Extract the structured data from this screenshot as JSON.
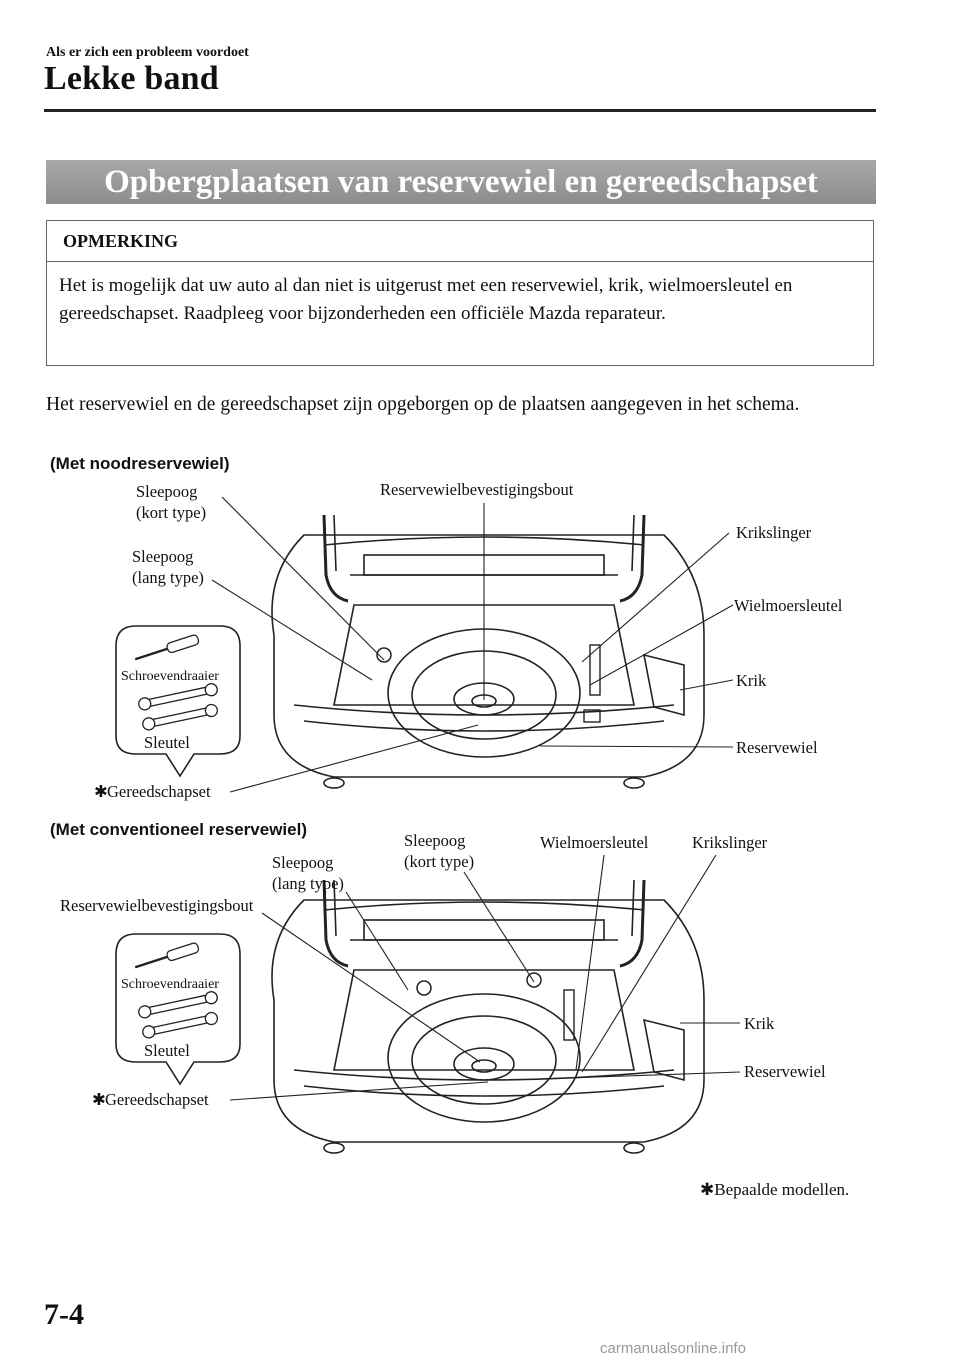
{
  "header": {
    "section": "Als er zich een probleem voordoet",
    "chapter": "Lekke band"
  },
  "banner": "Opbergplaatsen van reservewiel en gereedschapset",
  "note": {
    "heading": "OPMERKING",
    "body": "Het is mogelijk dat uw auto al dan niet is uitgerust met een reservewiel, krik, wielmoersleutel en gereedschapset. Raadpleeg voor bijzonderheden een officiële Mazda reparateur."
  },
  "intro": "Het reservewiel en de gereedschapset zijn opgeborgen op de plaatsen aangegeven in het schema.",
  "figure1": {
    "heading": "(Met noodreservewiel)",
    "labels": {
      "sleepoog_kort_1": "Sleepoog",
      "sleepoog_kort_2": "(kort type)",
      "sleepoog_lang_1": "Sleepoog",
      "sleepoog_lang_2": "(lang type)",
      "bevestigingsbout": "Reservewielbevestigingsbout",
      "krikslinger": "Krikslinger",
      "wielmoersleutel": "Wielmoersleutel",
      "krik": "Krik",
      "reservewiel": "Reservewiel",
      "schroevendraaier": "Schroevendraaier",
      "sleutel": "Sleutel",
      "gereedschapset": "Gereedschapset"
    }
  },
  "figure2": {
    "heading": "(Met conventioneel reservewiel)",
    "labels": {
      "sleepoog_lang_1": "Sleepoog",
      "sleepoog_lang_2": "(lang type)",
      "sleepoog_kort_1": "Sleepoog",
      "sleepoog_kort_2": "(kort type)",
      "wielmoersleutel": "Wielmoersleutel",
      "krikslinger": "Krikslinger",
      "bevestigingsbout": "Reservewielbevestigingsbout",
      "krik": "Krik",
      "reservewiel": "Reservewiel",
      "schroevendraaier": "Schroevendraaier",
      "sleutel": "Sleutel",
      "gereedschapset": "Gereedschapset"
    }
  },
  "footnote": "Bepaalde modellen.",
  "page_number": "7-4",
  "watermark": "carmanualsonline.info"
}
